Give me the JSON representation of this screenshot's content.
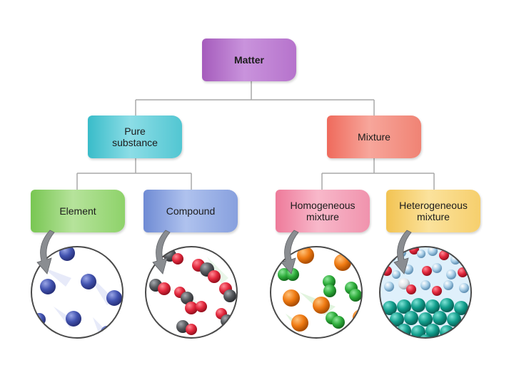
{
  "nodes": {
    "matter": "Matter",
    "pure_substance": [
      "Pure",
      "substance"
    ],
    "mixture": "Mixture",
    "element": "Element",
    "compound": "Compound",
    "homogeneous_mixture": [
      "Homogeneous",
      "mixture"
    ],
    "heterogeneous_mixture": [
      "Heterogeneous",
      "mixture"
    ]
  },
  "colors": {
    "matter": "#b06fc8",
    "pure_substance": "#52c6d2",
    "mixture": "#f08374",
    "element": "#8ed26a",
    "compound": "#87a0de",
    "homogeneous_mixture": "#f093ad",
    "heterogeneous_mixture": "#f6cf6d",
    "connector": "#a9a9a9",
    "element_atom": "#3f4ea8",
    "compound_carbon": "#55585c",
    "compound_oxygen": "#e2273c",
    "homog_orange": "#ef7a12",
    "homog_green": "#2fae3c",
    "heterog_teal": "#119e8c",
    "heterog_light": "#a9cfe8",
    "heterog_red": "#e2273c"
  },
  "icons": {
    "element": "blue-atoms-circle-icon",
    "compound": "molecules-circle-icon",
    "homogeneous": "orange-green-mix-circle-icon",
    "heterogeneous": "layered-mix-circle-icon",
    "arrow": "curved-down-arrow-icon"
  }
}
